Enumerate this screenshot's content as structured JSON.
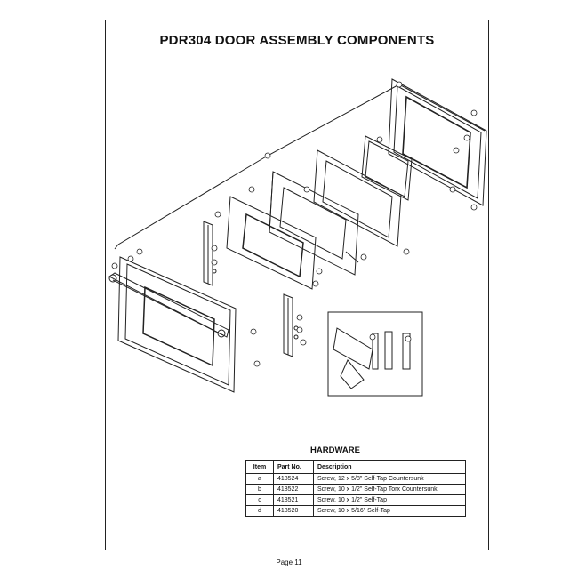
{
  "title": "PDR304 DOOR ASSEMBLY COMPONENTS",
  "hardware": {
    "title": "HARDWARE",
    "headers": [
      "Item",
      "Part No.",
      "Description"
    ],
    "rows": [
      {
        "item": "a",
        "part": "418524",
        "desc": "Screw, 12 x 5/8\" Self-Tap Countersunk"
      },
      {
        "item": "b",
        "part": "418522",
        "desc": "Screw, 10 x 1/2\" Self-Tap Torx Countersunk"
      },
      {
        "item": "c",
        "part": "418521",
        "desc": "Screw, 10 x 1/2\" Self-Tap"
      },
      {
        "item": "d",
        "part": "418520",
        "desc": "Screw, 10 x 5/16\" Self-Tap"
      }
    ]
  },
  "footer": "Page 11"
}
